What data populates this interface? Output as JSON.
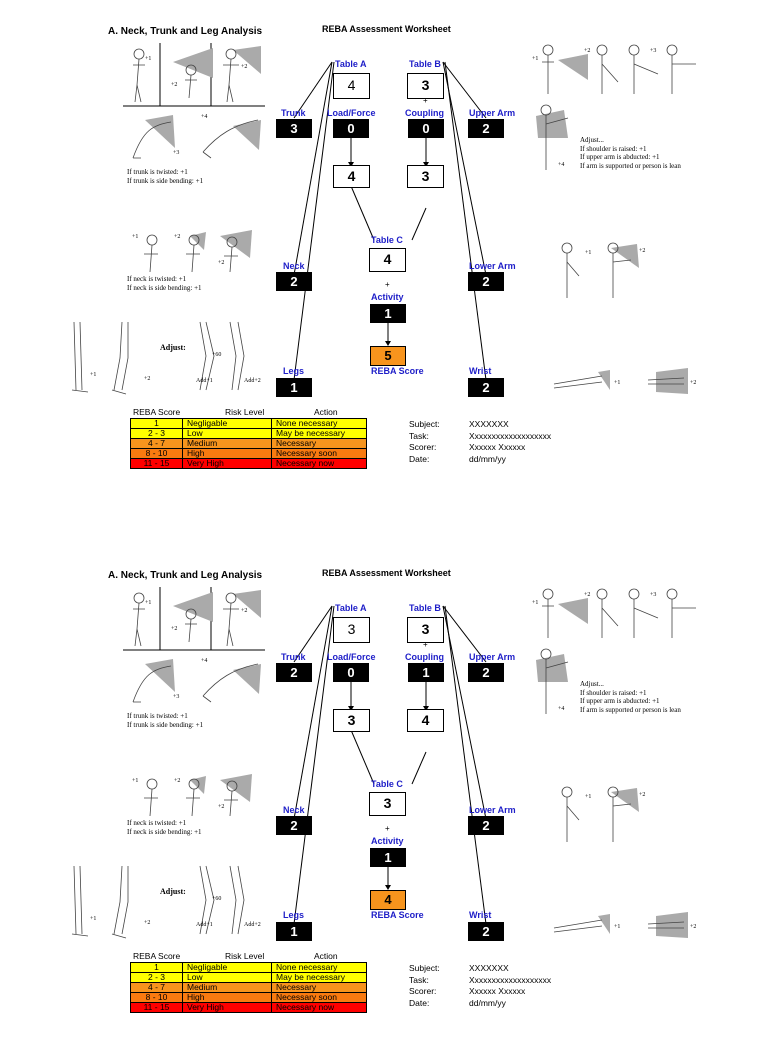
{
  "worksheets": [
    {
      "section_title": "A. Neck, Trunk and Leg Analysis",
      "title": "REBA Assessment Worksheet",
      "labels": {
        "table_a": "Table A",
        "table_b": "Table B",
        "table_c": "Table C",
        "trunk": "Trunk",
        "load_force": "Load/Force",
        "coupling": "Coupling",
        "upper_arm": "Upper Arm",
        "neck": "Neck",
        "lower_arm": "Lower Arm",
        "legs": "Legs",
        "wrist": "Wrist",
        "activity": "Activity",
        "reba_score": "REBA Score"
      },
      "scores": {
        "table_a": "4",
        "table_b": "3",
        "trunk": "3",
        "load_force": "0",
        "coupling": "0",
        "upper_arm": "2",
        "score_a": "4",
        "score_b": "3",
        "table_c": "4",
        "neck": "2",
        "lower_arm": "2",
        "activity": "1",
        "reba": "5",
        "legs": "1",
        "wrist": "2"
      },
      "notes": {
        "trunk_twist": "If trunk is twisted: +1",
        "trunk_side": "If trunk is side bending: +1",
        "neck_twist": "If neck is twisted: +1",
        "neck_side": "If neck is side bending: +1",
        "arm_adjust": "Adjust...",
        "arm_raised": "If shoulder is raised: +1",
        "arm_abducted": "If upper arm is abducted: +1",
        "arm_supported": "If arm is supported or person is lean",
        "legs_adjust": "Adjust:"
      },
      "risk": {
        "headers": [
          "REBA Score",
          "Risk Level",
          "Action"
        ],
        "rows": [
          [
            "1",
            "Negligable",
            "None necessary"
          ],
          [
            "2 - 3",
            "Low",
            "May be necessary"
          ],
          [
            "4 - 7",
            "Medium",
            "Necessary"
          ],
          [
            "8 - 10",
            "High",
            "Necessary soon"
          ],
          [
            "11 - 15",
            "Very High",
            "Necessary now"
          ]
        ]
      },
      "info": {
        "labels": [
          "Subject:",
          "Task:",
          "Scorer:",
          "Date:"
        ],
        "values": [
          "XXXXXXX",
          "Xxxxxxxxxxxxxxxxxxx",
          "Xxxxxx Xxxxxx",
          "dd/mm/yy"
        ]
      }
    },
    {
      "section_title": "A. Neck, Trunk and Leg Analysis",
      "title": "REBA Assessment Worksheet",
      "labels": {
        "table_a": "Table A",
        "table_b": "Table B",
        "table_c": "Table C",
        "trunk": "Trunk",
        "load_force": "Load/Force",
        "coupling": "Coupling",
        "upper_arm": "Upper Arm",
        "neck": "Neck",
        "lower_arm": "Lower Arm",
        "legs": "Legs",
        "wrist": "Wrist",
        "activity": "Activity",
        "reba_score": "REBA Score"
      },
      "scores": {
        "table_a": "3",
        "table_b": "3",
        "trunk": "2",
        "load_force": "0",
        "coupling": "1",
        "upper_arm": "2",
        "score_a": "3",
        "score_b": "4",
        "table_c": "3",
        "neck": "2",
        "lower_arm": "2",
        "activity": "1",
        "reba": "4",
        "legs": "1",
        "wrist": "2"
      },
      "notes": {
        "trunk_twist": "If trunk is twisted: +1",
        "trunk_side": "If trunk is side bending: +1",
        "neck_twist": "If neck is twisted: +1",
        "neck_side": "If neck is side bending: +1",
        "arm_adjust": "Adjust...",
        "arm_raised": "If shoulder is raised: +1",
        "arm_abducted": "If upper arm is abducted: +1",
        "arm_supported": "If arm is supported or person is lean",
        "legs_adjust": "Adjust:"
      },
      "risk": {
        "headers": [
          "REBA Score",
          "Risk Level",
          "Action"
        ],
        "rows": [
          [
            "1",
            "Negligable",
            "None necessary"
          ],
          [
            "2 - 3",
            "Low",
            "May be necessary"
          ],
          [
            "4 - 7",
            "Medium",
            "Necessary"
          ],
          [
            "8 - 10",
            "High",
            "Necessary soon"
          ],
          [
            "11 - 15",
            "Very High",
            "Necessary now"
          ]
        ]
      },
      "info": {
        "labels": [
          "Subject:",
          "Task:",
          "Scorer:",
          "Date:"
        ],
        "values": [
          "XXXXXXX",
          "Xxxxxxxxxxxxxxxxxxx",
          "Xxxxxx Xxxxxx",
          "dd/mm/yy"
        ]
      }
    }
  ]
}
